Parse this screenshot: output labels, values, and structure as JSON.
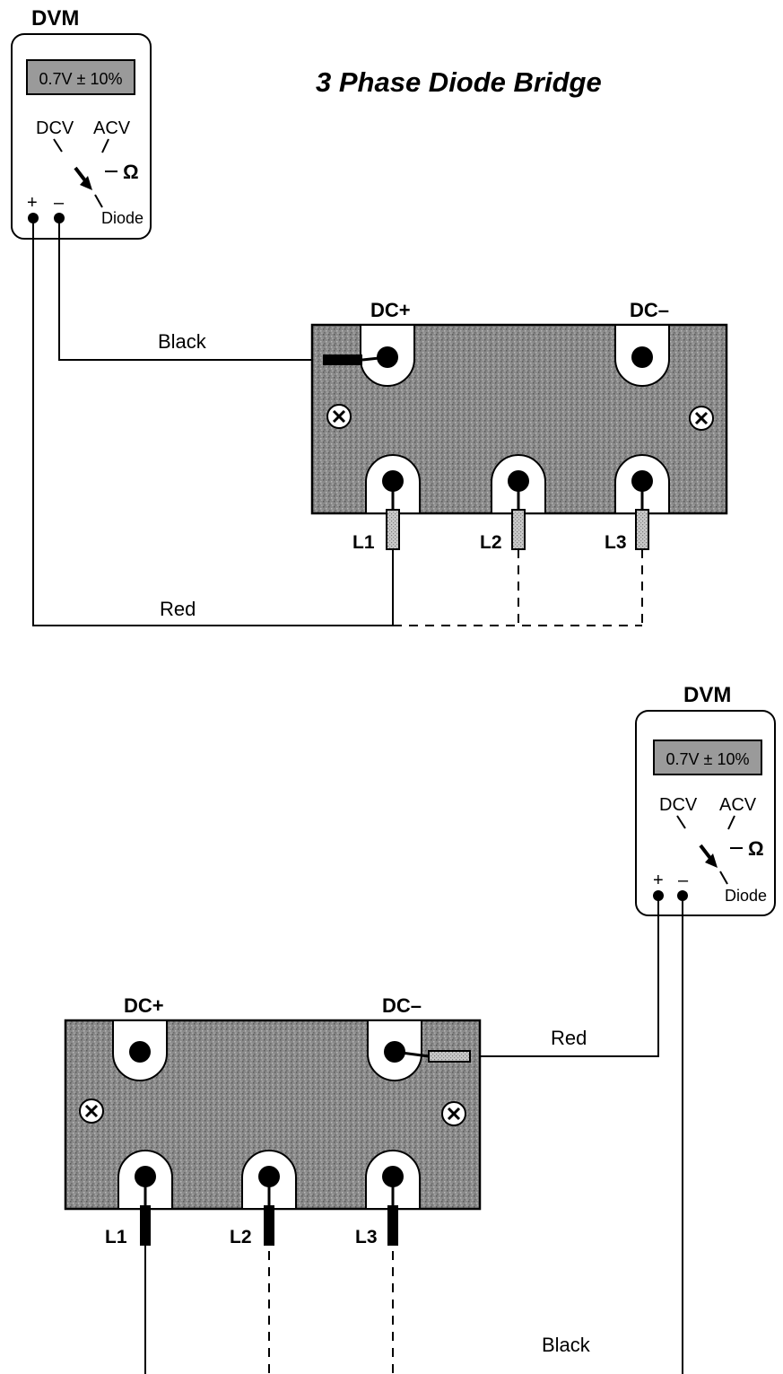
{
  "title": "3 Phase Diode Bridge",
  "meters": [
    {
      "label": "DVM",
      "display": "0.7V ± 10%",
      "dial": {
        "dcv": "DCV",
        "acv": "ACV",
        "ohm": "Ω",
        "diode": "Diode"
      },
      "terminals": {
        "plus": "+",
        "minus": "–"
      }
    },
    {
      "label": "DVM",
      "display": "0.7V ± 10%",
      "dial": {
        "dcv": "DCV",
        "acv": "ACV",
        "ohm": "Ω",
        "diode": "Diode"
      },
      "terminals": {
        "plus": "+",
        "minus": "–"
      }
    }
  ],
  "bridges": [
    {
      "dc_plus": "DC+",
      "dc_minus": "DC–",
      "l1": "L1",
      "l2": "L2",
      "l3": "L3",
      "lead_top": "Black",
      "lead_bottom": "Red"
    },
    {
      "dc_plus": "DC+",
      "dc_minus": "DC–",
      "l1": "L1",
      "l2": "L2",
      "l3": "L3",
      "lead_top": "Red",
      "lead_bottom": "Black"
    }
  ],
  "colors": {
    "body": "#9a9a9a",
    "ink": "#000000",
    "paper": "#ffffff"
  }
}
